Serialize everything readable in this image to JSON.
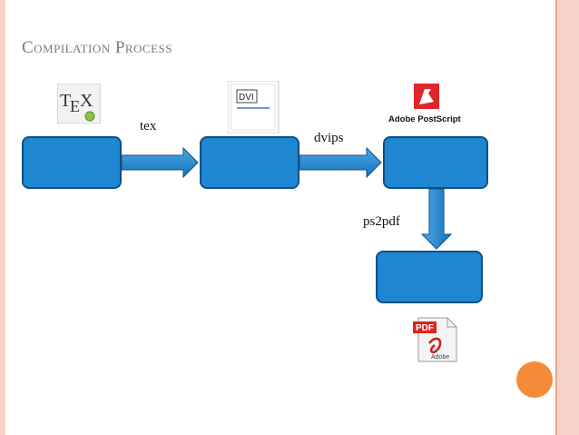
{
  "slide": {
    "title": "Compilation Process",
    "accent_color": "#f58a3a",
    "border_color": "#f6d3c8"
  },
  "diagram": {
    "box_color": "#1f87d2",
    "box_border_color": "#0d4f86",
    "steps": [
      {
        "label": "tex"
      },
      {
        "label": "dvips"
      },
      {
        "label": "ps2pdf"
      }
    ],
    "icons": {
      "tex": {
        "name": "tex-logo-icon",
        "text": "TEX"
      },
      "dvi": {
        "name": "dvi-document-icon",
        "text": "DVI"
      },
      "postscript": {
        "name": "adobe-postscript-icon",
        "text": "Adobe PostScript"
      },
      "pdf": {
        "name": "pdf-document-icon",
        "text": "PDF",
        "subtext": "Adobe"
      }
    }
  }
}
